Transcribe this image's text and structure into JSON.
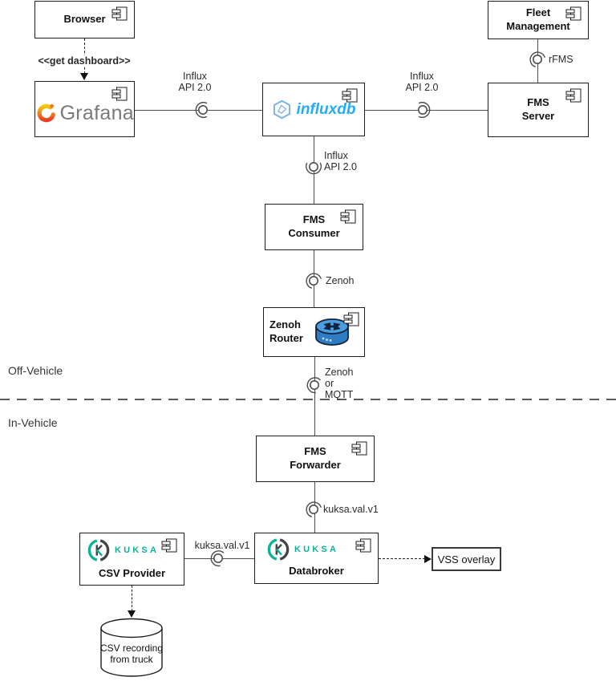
{
  "zones": {
    "off_vehicle": "Off-Vehicle",
    "in_vehicle": "In-Vehicle"
  },
  "nodes": {
    "browser": {
      "label": "Browser"
    },
    "grafana": {
      "label": "Grafana"
    },
    "influxdb": {
      "label": "influxdb"
    },
    "fleet_management": {
      "label": "Fleet Management"
    },
    "fms_server": {
      "label": "FMS Server"
    },
    "fms_consumer": {
      "label": "FMS Consumer"
    },
    "zenoh_router": {
      "label": "Zenoh Router"
    },
    "fms_forwarder": {
      "label": "FMS Forwarder"
    },
    "csv_provider": {
      "label": "CSV Provider",
      "brand": "KUKSA"
    },
    "databroker": {
      "label": "Databroker",
      "brand": "KUKSA"
    },
    "vss_overlay": {
      "label": "VSS overlay"
    },
    "csv_recording": {
      "label": "CSV recording from truck"
    }
  },
  "edges": {
    "get_dashboard": {
      "label": "<<get dashboard>>"
    },
    "influx_api_grafana": {
      "label": "Influx API 2.0"
    },
    "influx_api_server": {
      "label": "Influx API 2.0"
    },
    "influx_api_consumer": {
      "label": "Influx API 2.0"
    },
    "rfms": {
      "label": "rFMS"
    },
    "zenoh": {
      "label": "Zenoh"
    },
    "zenoh_or_mqtt": {
      "label": "Zenoh or MQTT"
    },
    "kuksa_val_forwarder": {
      "label": "kuksa.val.v1"
    },
    "kuksa_val_provider": {
      "label": "kuksa.val.v1"
    }
  },
  "colors": {
    "influx_blue": "#22ADF6",
    "influx_hex_outline": "#79b0f0",
    "grafana_orange": "#F05A28",
    "grafana_yellow": "#FBCA0A",
    "grafana_text_gray": "#7a7a7a",
    "kuksa_teal": "#0cb295",
    "kuksa_dark": "#3f4645",
    "router_blue_top": "#4d9ee0",
    "router_blue_body": "#2f7cc3",
    "router_navy": "#10243e",
    "line_gray": "#4d4d4d"
  }
}
